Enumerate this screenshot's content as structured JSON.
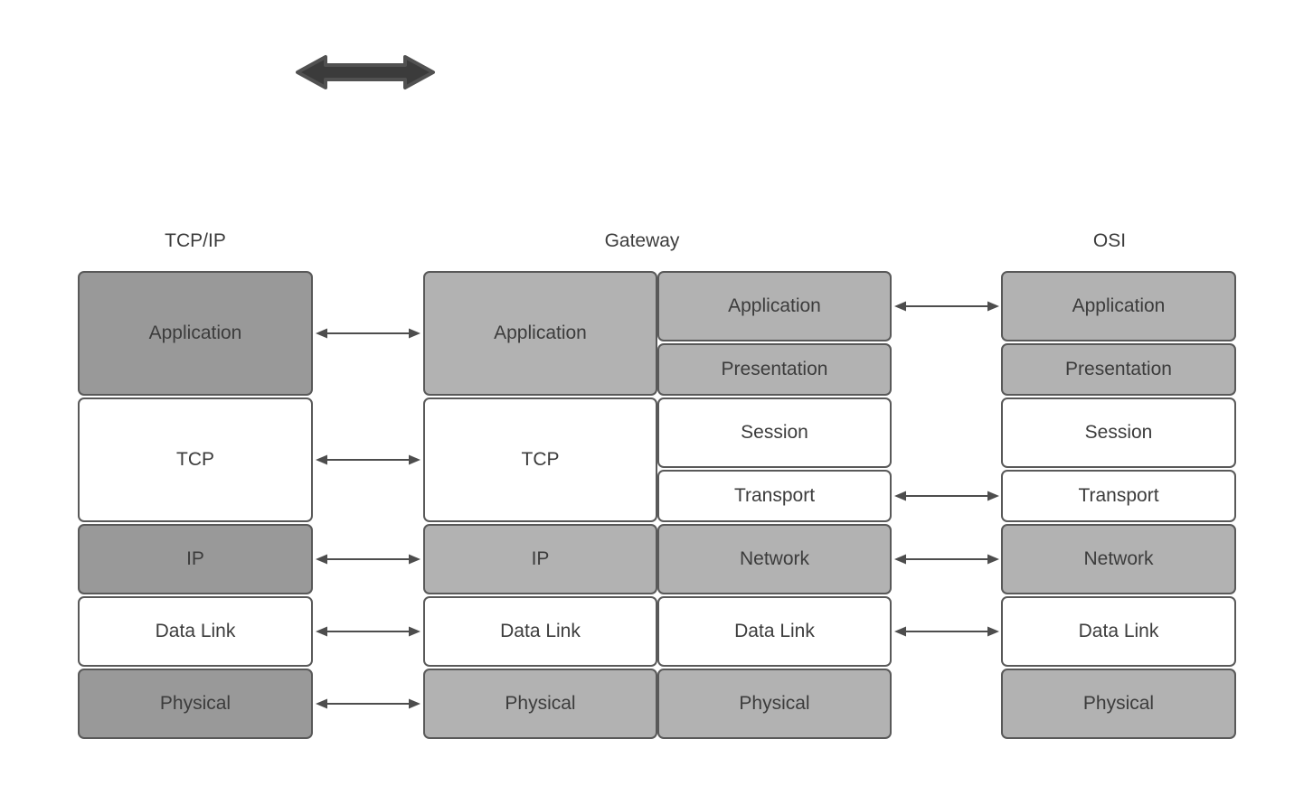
{
  "headers": {
    "tcpip": "TCP/IP",
    "gateway": "Gateway",
    "osi": "OSI"
  },
  "columns": {
    "tcpip": {
      "layers": [
        {
          "label": "Application"
        },
        {
          "label": "TCP"
        },
        {
          "label": "IP"
        },
        {
          "label": "Data Link"
        },
        {
          "label": "Physical"
        }
      ]
    },
    "gateway_left": {
      "layers": [
        {
          "label": "Application"
        },
        {
          "label": "TCP"
        },
        {
          "label": "IP"
        },
        {
          "label": "Data Link"
        },
        {
          "label": "Physical"
        }
      ]
    },
    "gateway_right": {
      "layers": [
        {
          "label": "Application"
        },
        {
          "label": "Presentation"
        },
        {
          "label": "Session"
        },
        {
          "label": "Transport"
        },
        {
          "label": "Network"
        },
        {
          "label": "Data Link"
        },
        {
          "label": "Physical"
        }
      ]
    },
    "osi": {
      "layers": [
        {
          "label": "Application"
        },
        {
          "label": "Presentation"
        },
        {
          "label": "Session"
        },
        {
          "label": "Transport"
        },
        {
          "label": "Network"
        },
        {
          "label": "Data Link"
        },
        {
          "label": "Physical"
        }
      ]
    }
  },
  "icons": {
    "top_arrow": "bidirectional-arrow"
  },
  "colors": {
    "box_dark": "#999999",
    "box_light": "#b2b2b2",
    "box_white": "#ffffff",
    "box_border": "#595959",
    "connector": "#4d4d4d",
    "thick_arrow_fill": "#3b3b3b",
    "label_text": "#3c3c3c",
    "background": "#ffffff"
  }
}
